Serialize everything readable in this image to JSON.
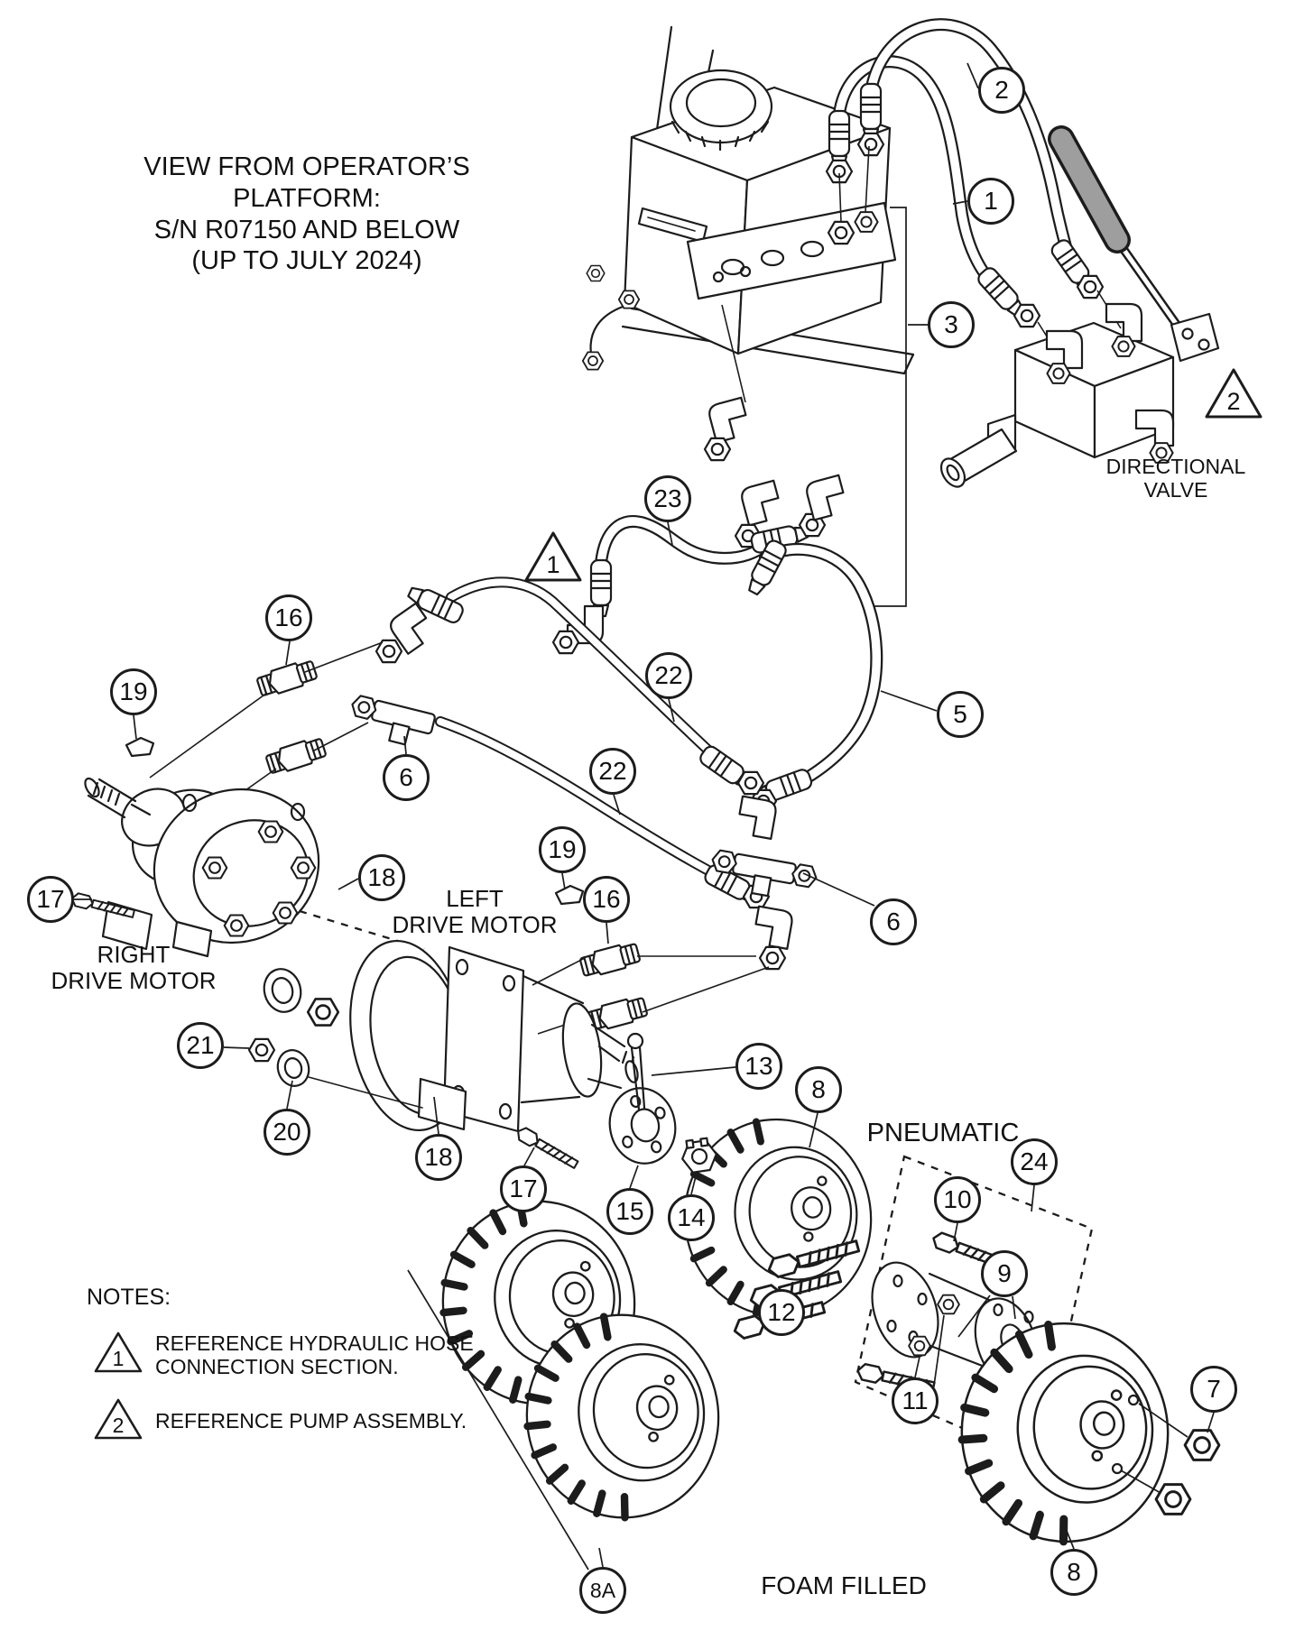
{
  "title": {
    "text": "VIEW FROM OPERATOR’S\nPLATFORM:\nS/N R07150 AND BELOW\n(UP TO JULY 2024)"
  },
  "labels": {
    "directional_valve": "DIRECTIONAL\nVALVE",
    "right_drive_motor": "RIGHT\nDRIVE MOTOR",
    "left_drive_motor": "LEFT\nDRIVE MOTOR",
    "pneumatic": "PNEUMATIC",
    "foam_filled": "FOAM FILLED"
  },
  "notes": {
    "heading": "NOTES:",
    "items": [
      {
        "marker": "1",
        "text": "REFERENCE HYDRAULIC HOSE\nCONNECTION SECTION."
      },
      {
        "marker": "2",
        "text": "REFERENCE PUMP ASSEMBLY."
      }
    ]
  },
  "inline_warnings": [
    {
      "n": "1"
    },
    {
      "n": "2"
    }
  ],
  "callouts": [
    {
      "n": "2"
    },
    {
      "n": "1"
    },
    {
      "n": "3"
    },
    {
      "n": "23"
    },
    {
      "n": "16"
    },
    {
      "n": "19"
    },
    {
      "n": "22"
    },
    {
      "n": "5"
    },
    {
      "n": "6"
    },
    {
      "n": "22"
    },
    {
      "n": "6"
    },
    {
      "n": "17"
    },
    {
      "n": "18"
    },
    {
      "n": "19"
    },
    {
      "n": "16"
    },
    {
      "n": "21"
    },
    {
      "n": "20"
    },
    {
      "n": "18"
    },
    {
      "n": "17"
    },
    {
      "n": "15"
    },
    {
      "n": "14"
    },
    {
      "n": "13"
    },
    {
      "n": "8"
    },
    {
      "n": "24"
    },
    {
      "n": "10"
    },
    {
      "n": "9"
    },
    {
      "n": "11"
    },
    {
      "n": "12"
    },
    {
      "n": "7"
    },
    {
      "n": "8"
    },
    {
      "n": "8A"
    }
  ],
  "colors": {
    "line": "#1c1c1c",
    "background": "#ffffff",
    "lever_gray": "#9e9e9e"
  }
}
